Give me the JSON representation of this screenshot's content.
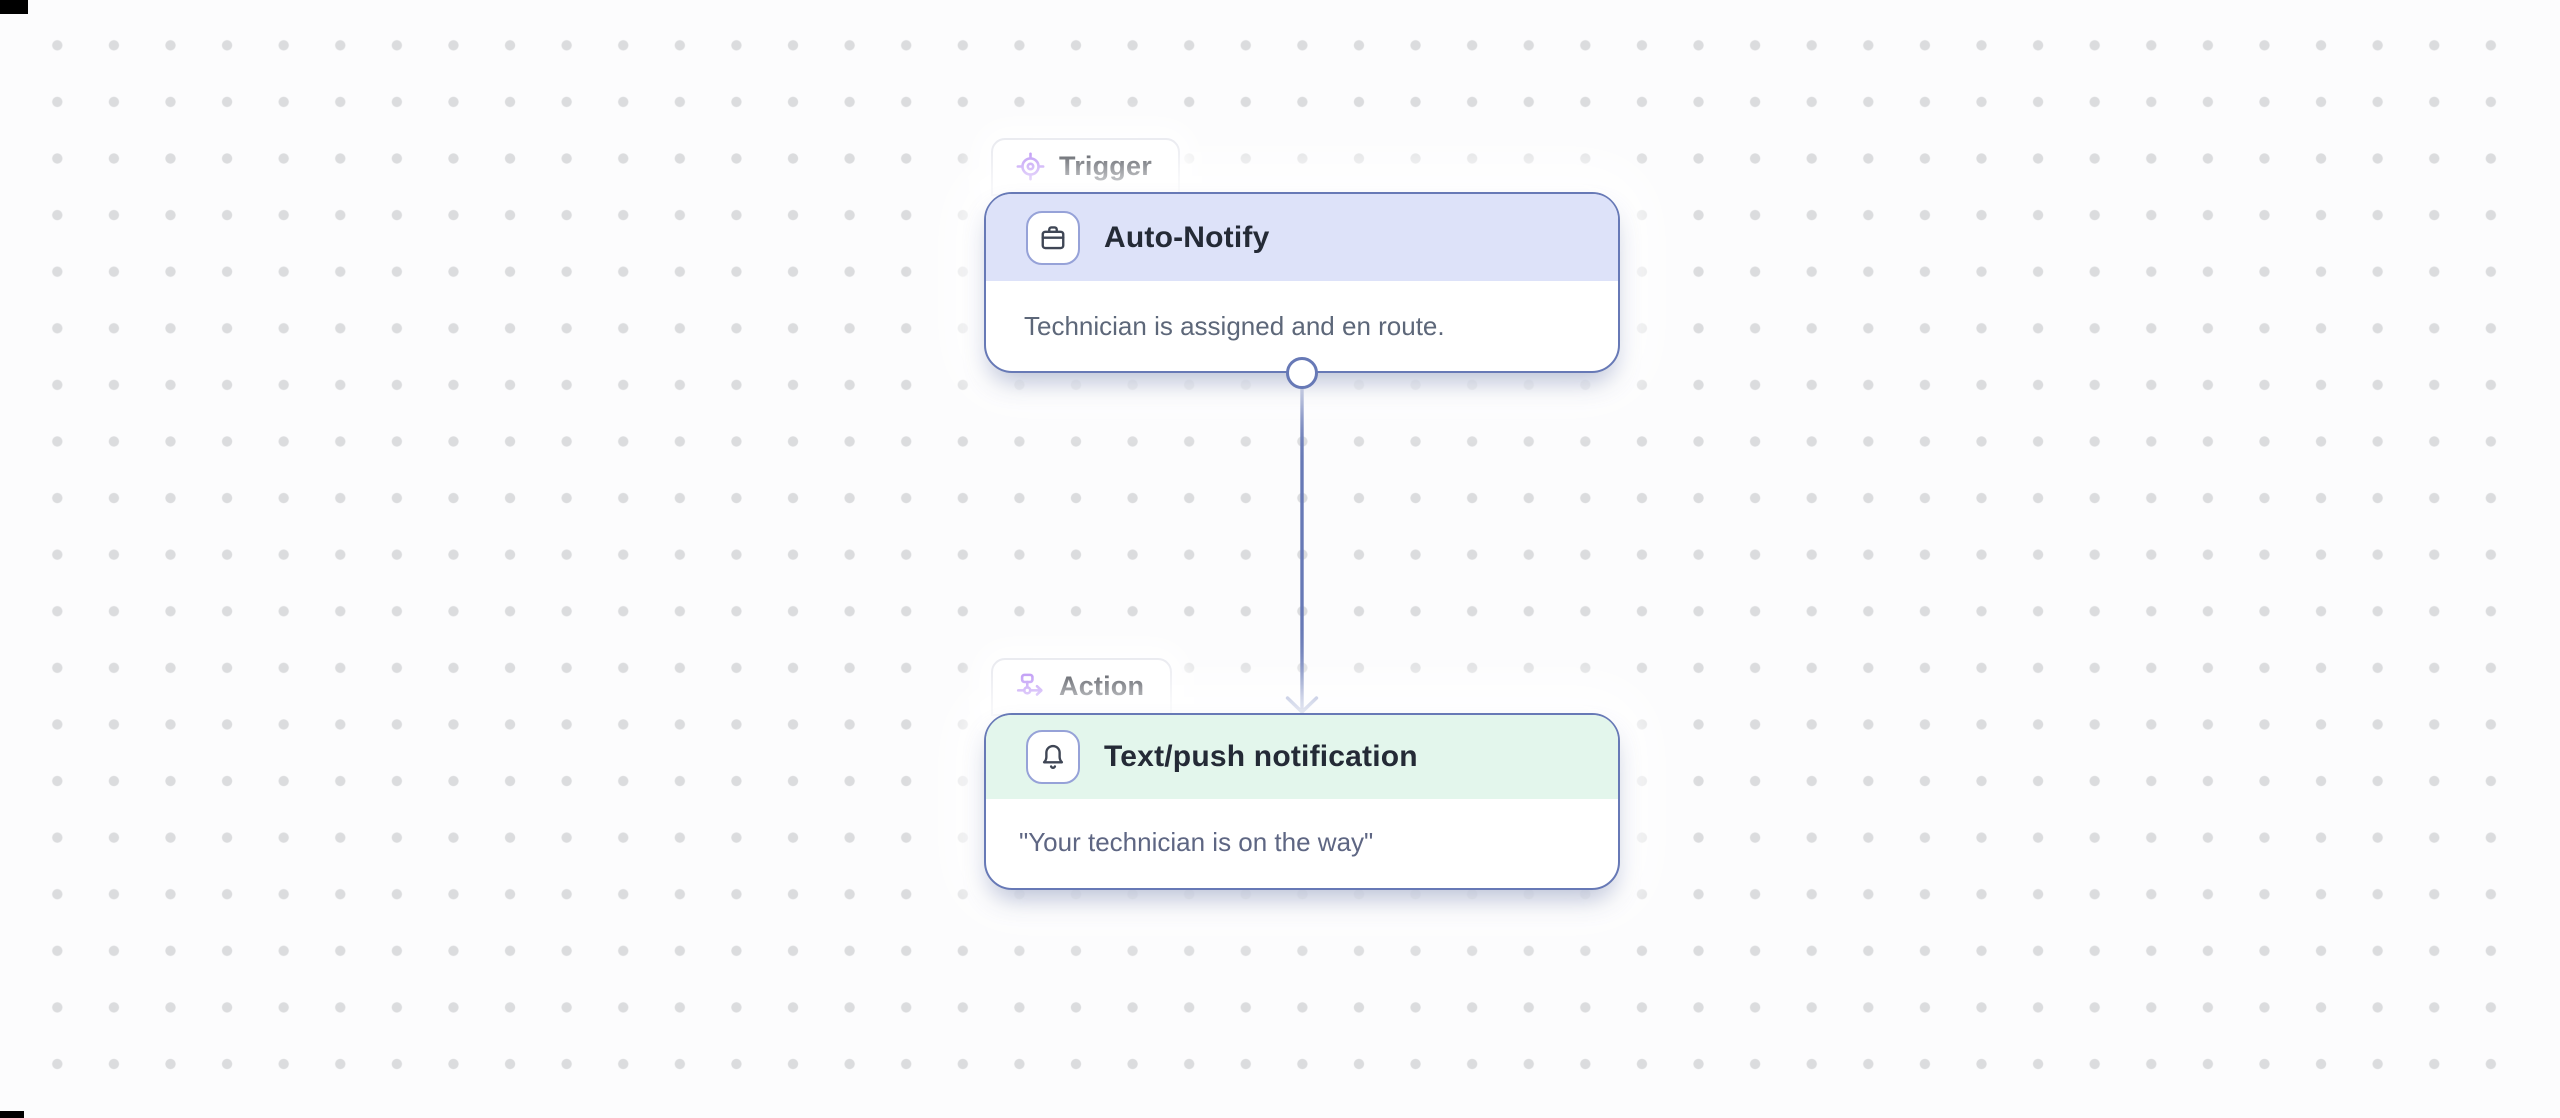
{
  "canvas": {
    "type": "workflow-builder-dotted-grid"
  },
  "colors": {
    "canvas_background": "#fcfcfd",
    "grid_dot": "#dbdcde",
    "node_border": "#6779b6",
    "trigger_header_background": "#dde2f9",
    "action_header_background": "#e3f6ec",
    "badge_icon_purple": "#a673f2",
    "connector_arrow": "#6779b6",
    "title_text": "#242a36",
    "body_text": "#5d6779"
  },
  "nodes": [
    {
      "kind": "trigger",
      "badge": {
        "label": "Trigger",
        "icon": "target-icon"
      },
      "icon": "briefcase-icon",
      "title": "Auto-Notify",
      "description": "Technician is assigned and en route."
    },
    {
      "kind": "action",
      "badge": {
        "label": "Action",
        "icon": "workflow-icon"
      },
      "icon": "bell-icon",
      "title": "Text/push notification",
      "description": "\"Your technician is on the way\""
    }
  ],
  "connector": {
    "from": "Auto-Notify",
    "to": "Text/push notification",
    "style": "vertical-arrow-down"
  }
}
